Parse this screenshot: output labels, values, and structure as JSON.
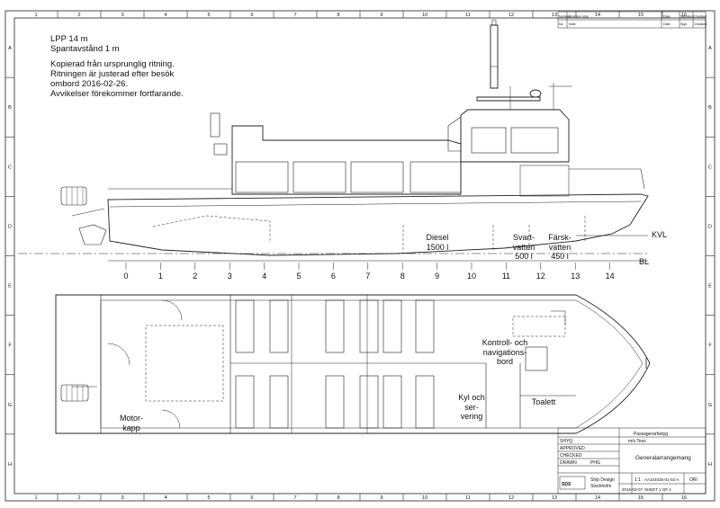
{
  "notes": {
    "lpp": "LPP 14 m",
    "frame_spacing": "Spantavstånd 1 m",
    "copied": "Kopierad från ursprunglig ritning.",
    "adjusted": "Ritningen är justerad efter besök",
    "onboard": "ombord 2016-02-26.",
    "deviations": "Avvikelser förekommer fortfarande."
  },
  "border": {
    "columns": [
      "1",
      "2",
      "3",
      "4",
      "5",
      "6",
      "7",
      "8",
      "9",
      "10",
      "11",
      "12",
      "13",
      "14",
      "15",
      "16"
    ],
    "rows": [
      "A",
      "B",
      "C",
      "D",
      "E",
      "F",
      "G",
      "H"
    ]
  },
  "tanks": {
    "diesel": "Diesel\n1500 l",
    "black_water": "Svart-\nvatten\n500 l",
    "fresh_water": "Färsk-\nvatten\n450 l"
  },
  "waterlines": {
    "kvl": "KVL",
    "bl": "BL"
  },
  "frames": [
    "0",
    "1",
    "2",
    "3",
    "4",
    "5",
    "6",
    "7",
    "8",
    "9",
    "10",
    "11",
    "12",
    "13",
    "14"
  ],
  "plan_labels": {
    "control": "Kontroll- och\nnavigations-\nbord",
    "galley": "Kyl och\nser-\nvering",
    "toilet": "Toalett",
    "engine": "Motor-\nkapp"
  },
  "title_block": {
    "vessel_type": "Passagerarfartyg",
    "ship_name": "m/s Tess",
    "drawing_title": "Generalarrangemang",
    "drawn_initials": "SHYQ",
    "approved": "APPROVED",
    "checked": "CHECKED",
    "drawn": "DRAWN",
    "drawn_by": "PHG",
    "company": "Ship Design\nStockholm",
    "scale": "1:1",
    "drawing_no": "AA104025-01-02-A",
    "sheet_size": "ORI",
    "date": "2016-03-07",
    "sheet": "SHEET 1 OF 1"
  },
  "revision_header": {
    "number": "Number",
    "revision_note": "Revision note",
    "date": "Date",
    "signature": "Signature",
    "checked": "Checked",
    "no": "No",
    "note": "Note",
    "sign": "Sign"
  }
}
